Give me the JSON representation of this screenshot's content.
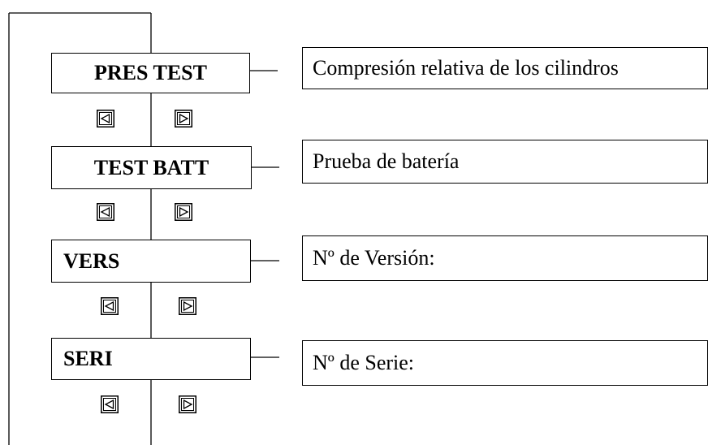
{
  "menu": [
    {
      "label": "PRES TEST",
      "description": "Compresión relativa de los cilindros"
    },
    {
      "label": "TEST BATT",
      "description": "Prueba de batería"
    },
    {
      "label": "VERS",
      "description": "Nº de Versión:"
    },
    {
      "label": "SERI",
      "description": "Nº de Serie:"
    }
  ],
  "keys": {
    "left": "left-arrow-key-icon",
    "right": "right-arrow-key-icon"
  }
}
